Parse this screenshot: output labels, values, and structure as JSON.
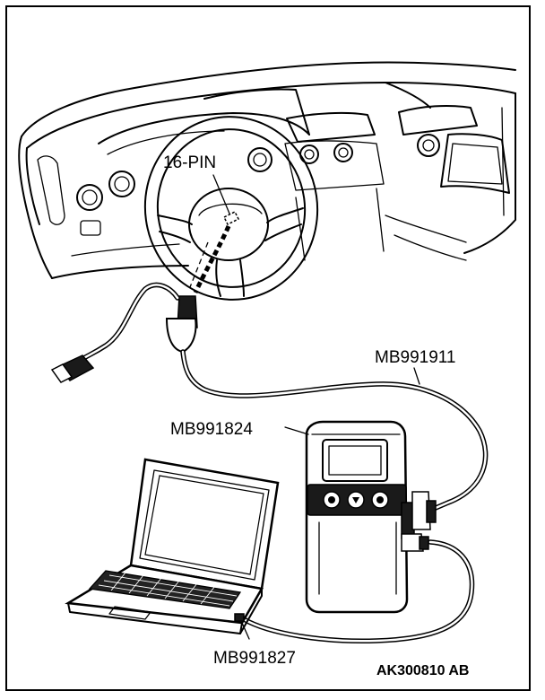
{
  "labels": {
    "connector": "16-PIN",
    "cable": "MB991911",
    "interface": "MB991824",
    "usb_cable": "MB991827",
    "figure_code": "AK300810 AB"
  },
  "icons": [
    "dashboard-illustration",
    "steering-wheel-illustration",
    "diagnostic-tool-illustration",
    "laptop-illustration"
  ]
}
